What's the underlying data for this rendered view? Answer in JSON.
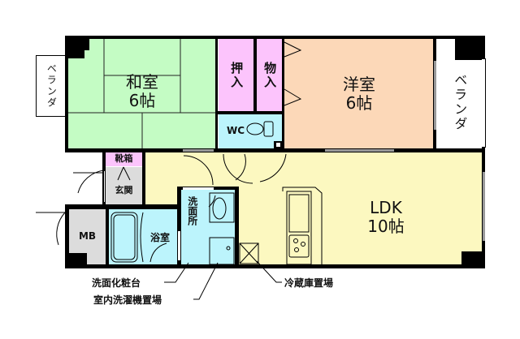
{
  "colors": {
    "washitsu": "#c4fcc4",
    "yoshitsu": "#fcd8b8",
    "closet": "#fcc4fc",
    "wet_area": "#bcf4fc",
    "ldk": "#fcf8c0",
    "entry": "#dcdcdc",
    "veranda": "#ffffff",
    "wall": "#000000"
  },
  "rooms": {
    "washitsu": {
      "name": "和室",
      "size": "6帖"
    },
    "oshiire": {
      "name": "押入"
    },
    "monoire": {
      "name": "物入"
    },
    "wc": {
      "name": "WC"
    },
    "yoshitsu": {
      "name": "洋室",
      "size": "6帖"
    },
    "veranda_left": {
      "name": "ベランダ"
    },
    "veranda_right": {
      "name": "ベランダ"
    },
    "getabako": {
      "name": "靴箱"
    },
    "genkan": {
      "name": "玄関"
    },
    "mb": {
      "name": "MB"
    },
    "yokushitsu": {
      "name": "浴室"
    },
    "senmenjo": {
      "name": "洗面所"
    },
    "ldk": {
      "name": "LDK",
      "size": "10帖"
    }
  },
  "annotations": {
    "vanity": "洗面化粧台",
    "washer": "室内洗濯機置場",
    "fridge": "冷蔵庫置場"
  }
}
